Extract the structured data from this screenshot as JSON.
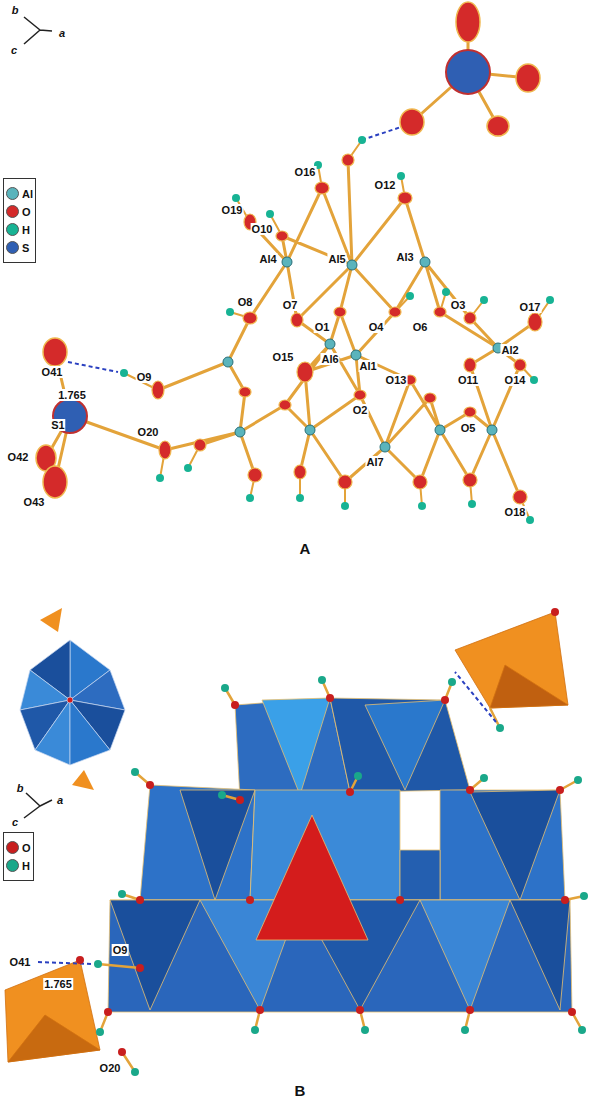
{
  "diagram": {
    "labels": [
      "b",
      "c",
      "a",
      "O16",
      "O12",
      "O19",
      "O10",
      "Al4",
      "Al5",
      "Al3",
      "O3",
      "O8",
      "O7",
      "O1",
      "O4",
      "O6",
      "O17",
      "O15",
      "Al6",
      "Al1",
      "Al2",
      "O41",
      "O9",
      "O13",
      "O11",
      "O14",
      "1.765",
      "O2",
      "O5",
      "S1",
      "O20",
      "Al7",
      "O42",
      "O43",
      "O18",
      "A",
      "b",
      "a",
      "c",
      "O41",
      "1.765",
      "O9",
      "O20",
      "B"
    ],
    "legend": [
      {
        "text": "Al",
        "color": "#5ab4bc"
      },
      {
        "text": "O",
        "color": "#d42a2a"
      },
      {
        "text": "H",
        "color": "#17b394"
      },
      {
        "text": "S",
        "color": "#2f5fb3"
      },
      {
        "text": "O",
        "color": "#c81e1e"
      },
      {
        "text": "H",
        "color": "#1aa88a"
      }
    ]
  }
}
